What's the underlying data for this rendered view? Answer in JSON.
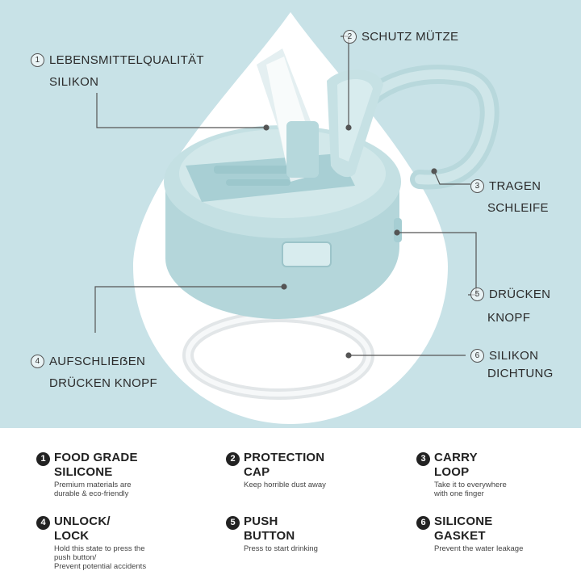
{
  "colors": {
    "background": "#c8e2e7",
    "drop": "#ffffff",
    "product": "#c0dde0",
    "leader": "#555555"
  },
  "callouts": [
    {
      "num": "1",
      "lines": [
        "LEBENSMITTELQUALITÄT",
        "SILIKON"
      ]
    },
    {
      "num": "2",
      "lines": [
        "SCHUTZ MÜTZE"
      ]
    },
    {
      "num": "3",
      "lines": [
        "TRAGEN",
        "SCHLEIFE"
      ]
    },
    {
      "num": "4",
      "lines": [
        "AUFSCHLIEẞEN",
        "DRÜCKEN KNOPF"
      ]
    },
    {
      "num": "5",
      "lines": [
        "DRÜCKEN",
        "KNOPF"
      ]
    },
    {
      "num": "6",
      "lines": [
        "SILIKON",
        "DICHTUNG"
      ]
    }
  ],
  "features": [
    {
      "num": "1",
      "title": [
        "FOOD GRADE",
        "SILICONE"
      ],
      "desc": [
        "Premium materials are",
        "durable & eco-friendly"
      ]
    },
    {
      "num": "2",
      "title": [
        "PROTECTION",
        "CAP"
      ],
      "desc": [
        "Keep horrible dust away"
      ]
    },
    {
      "num": "3",
      "title": [
        "CARRY",
        "LOOP"
      ],
      "desc": [
        "Take it to everywhere",
        "with one finger"
      ]
    },
    {
      "num": "4",
      "title": [
        "UNLOCK/",
        "LOCK"
      ],
      "desc": [
        "Hold this state to press the",
        "push button/",
        "Prevent potential accidents"
      ]
    },
    {
      "num": "5",
      "title": [
        "PUSH",
        "BUTTON"
      ],
      "desc": [
        "Press to start drinking"
      ]
    },
    {
      "num": "6",
      "title": [
        "SILICONE",
        "GASKET"
      ],
      "desc": [
        "Prevent the water leakage"
      ]
    }
  ]
}
